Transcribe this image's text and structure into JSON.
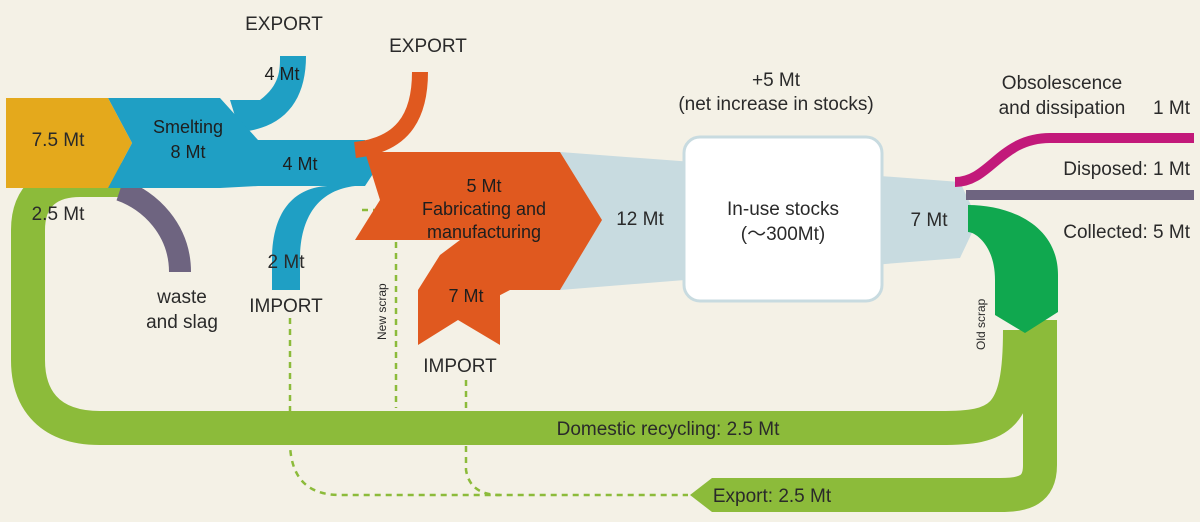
{
  "colors": {
    "background": "#f4f1e6",
    "mining": "#e4a91c",
    "smelting": "#1f9fc4",
    "fabricating": "#e0591f",
    "stocks": "#c8dbe0",
    "recycling": "#8cbb3a",
    "old_scrap": "#10a84f",
    "waste": "#6e6480",
    "obsolescence": "#c2197a"
  },
  "diagram": {
    "mining": {
      "value": "7.5 Mt"
    },
    "smelting": {
      "title": "Smelting",
      "value": "8 Mt",
      "export_value": "4 Mt",
      "export_label": "EXPORT",
      "output_value": "4 Mt",
      "import_value": "2 Mt",
      "import_label": "IMPORT",
      "recycle_in_value": "2.5 Mt",
      "waste_label_1": "waste",
      "waste_label_2": "and slag"
    },
    "fabricating": {
      "value": "5 Mt",
      "title_1": "Fabricating and",
      "title_2": "manufacturing",
      "export_label": "EXPORT",
      "import_value": "7 Mt",
      "import_label": "IMPORT",
      "new_scrap_label": "New scrap"
    },
    "stocks": {
      "inflow_value": "12 Mt",
      "increase_1": "+5 Mt",
      "increase_2": "(net increase in stocks)",
      "title": "In-use stocks",
      "amount": "(～300Mt)",
      "outflow_value": "7 Mt"
    },
    "end_of_life": {
      "obsolescence_1": "Obsolescence",
      "obsolescence_2": "and dissipation",
      "obsolescence_value": "1 Mt",
      "disposed": "Disposed: 1 Mt",
      "collected": "Collected: 5 Mt",
      "old_scrap_label": "Old scrap"
    },
    "recycling": {
      "domestic": "Domestic recycling: 2.5 Mt",
      "export": "Export: 2.5 Mt"
    }
  }
}
